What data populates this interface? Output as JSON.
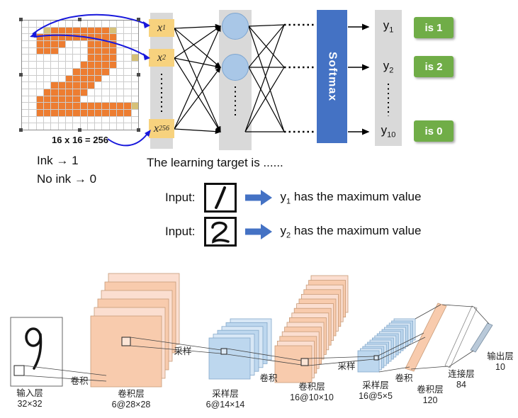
{
  "top": {
    "grid_caption": "16 x 16 = 256",
    "pixel_rows": [
      "................",
      "...y########y...",
      "..###########...",
      "..####...####...",
      "..###....####...",
      ".........####..y",
      "........#####...",
      ".......#####....",
      "......#####.....",
      "....######......",
      "...######.......",
      "..######........",
      "..#############y",
      "..#############.",
      "................",
      "................"
    ],
    "ink_rule_1": "Ink → 1",
    "ink_rule_2": "No ink → 0",
    "inputs": [
      {
        "base": "x",
        "sub": "1"
      },
      {
        "base": "x",
        "sub": "2"
      },
      {
        "base": "x",
        "sub": "256"
      }
    ],
    "softmax_label": "Softmax",
    "outputs": [
      {
        "base": "y",
        "sub": "1"
      },
      {
        "base": "y",
        "sub": "2"
      },
      {
        "base": "y",
        "sub": "10"
      }
    ],
    "classes": [
      "is 1",
      "is 2",
      "is 0"
    ],
    "colors": {
      "ink": "#ED7D31",
      "stain": "#D6C178",
      "softmax_bg": "#4472C4",
      "class_bg": "#70AD47",
      "node_fill": "#A9C7E7",
      "arrow_blue": "#1818DC"
    }
  },
  "middle": {
    "target_text": "The learning target is ......",
    "rows": [
      {
        "label": "Input:",
        "digit": "1",
        "y_base": "y",
        "y_sub": "1",
        "rest": " has the maximum value"
      },
      {
        "label": "Input:",
        "digit": "2",
        "y_base": "y",
        "y_sub": "2",
        "rest": " has the maximum value"
      }
    ]
  },
  "cnn": {
    "layers": [
      {
        "name": "输入层",
        "size": "32×32"
      },
      {
        "name": "卷积层",
        "size": "6@28×28"
      },
      {
        "name": "采样层",
        "size": "6@14×14"
      },
      {
        "name": "卷积层",
        "size": "16@10×10"
      },
      {
        "name": "采样层",
        "size": "16@5×5"
      },
      {
        "name": "卷积层",
        "size": "120"
      },
      {
        "name": "连接层",
        "size": "84"
      },
      {
        "name": "输出层",
        "size": "10"
      }
    ],
    "ops": {
      "conv": "卷积",
      "pool": "采样"
    }
  }
}
